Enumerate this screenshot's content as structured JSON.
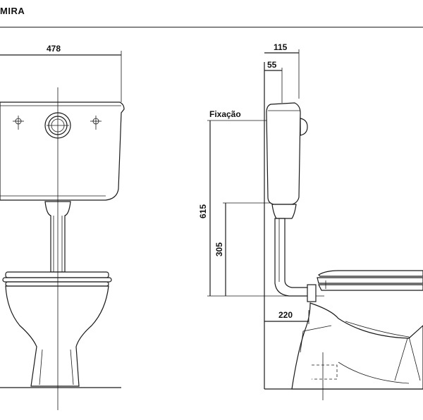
{
  "header": {
    "title": "MIRA"
  },
  "front_view": {
    "width_label": "478"
  },
  "side_view": {
    "depth_label": "115",
    "offset_label": "55",
    "fixing_label": "Fixação",
    "height_label": "615",
    "inlet_height_label": "305",
    "outlet_label": "220"
  }
}
